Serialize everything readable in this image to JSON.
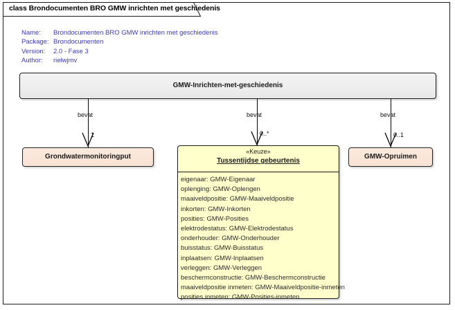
{
  "diagram": {
    "title": "class Brondocumenten BRO GMW inrichten met geschiedenis",
    "meta": [
      {
        "key": "Name:",
        "value": "Brondocumenten BRO GMW inrichten met geschiedenis"
      },
      {
        "key": "Package:",
        "value": "Brondocumenten"
      },
      {
        "key": "Version:",
        "value": "2.0 - Fase 3"
      },
      {
        "key": "Author:",
        "value": "rielwjmv"
      }
    ],
    "colors": {
      "meta_text": "#3b3bc4",
      "root_box_fill": "#eeeeee",
      "peach_box_fill": "#f8e2d3",
      "keuze_box_fill": "#ffffcc",
      "border": "#1a1a1a"
    }
  },
  "root_class": {
    "name": "GMW-Inrichten-met-geschiedenis"
  },
  "classes": {
    "grondwatermonitoringput": {
      "name": "Grondwatermonitoringput"
    },
    "opruimen": {
      "name": "GMW-Opruimen"
    },
    "keuze": {
      "stereotype": "«Keuze»",
      "name": "Tussentijdse gebeurtenis",
      "attributes": [
        "eigenaar: GMW-Eigenaar",
        "oplenging: GMW-Oplengen",
        "maaiveldpositie: GMW-Maaiveldpositie",
        "inkorten: GMW-Inkorten",
        "posities: GMW-Posities",
        "elektrodestatus: GMW-Elektrodestatus",
        "onderhouder: GMW-Onderhouder",
        "buisstatus: GMW-Buisstatus",
        "inplaatsen: GMW-Inplaatsen",
        "verleggen: GMW-Verleggen",
        "beschermconstructie: GMW-Beschermconstructie",
        "maaiveldpositie inmeten: GMW-Maaiveldpositie-inmeten",
        "posities inmeten: GMW-Posities-inmeten"
      ]
    }
  },
  "connectors": [
    {
      "label": "bevat",
      "multiplicity": "1",
      "target": "grondwatermonitoringput"
    },
    {
      "label": "bevat",
      "multiplicity": "0..*",
      "target": "keuze"
    },
    {
      "label": "bevat",
      "multiplicity": "0..1",
      "target": "opruimen"
    }
  ]
}
